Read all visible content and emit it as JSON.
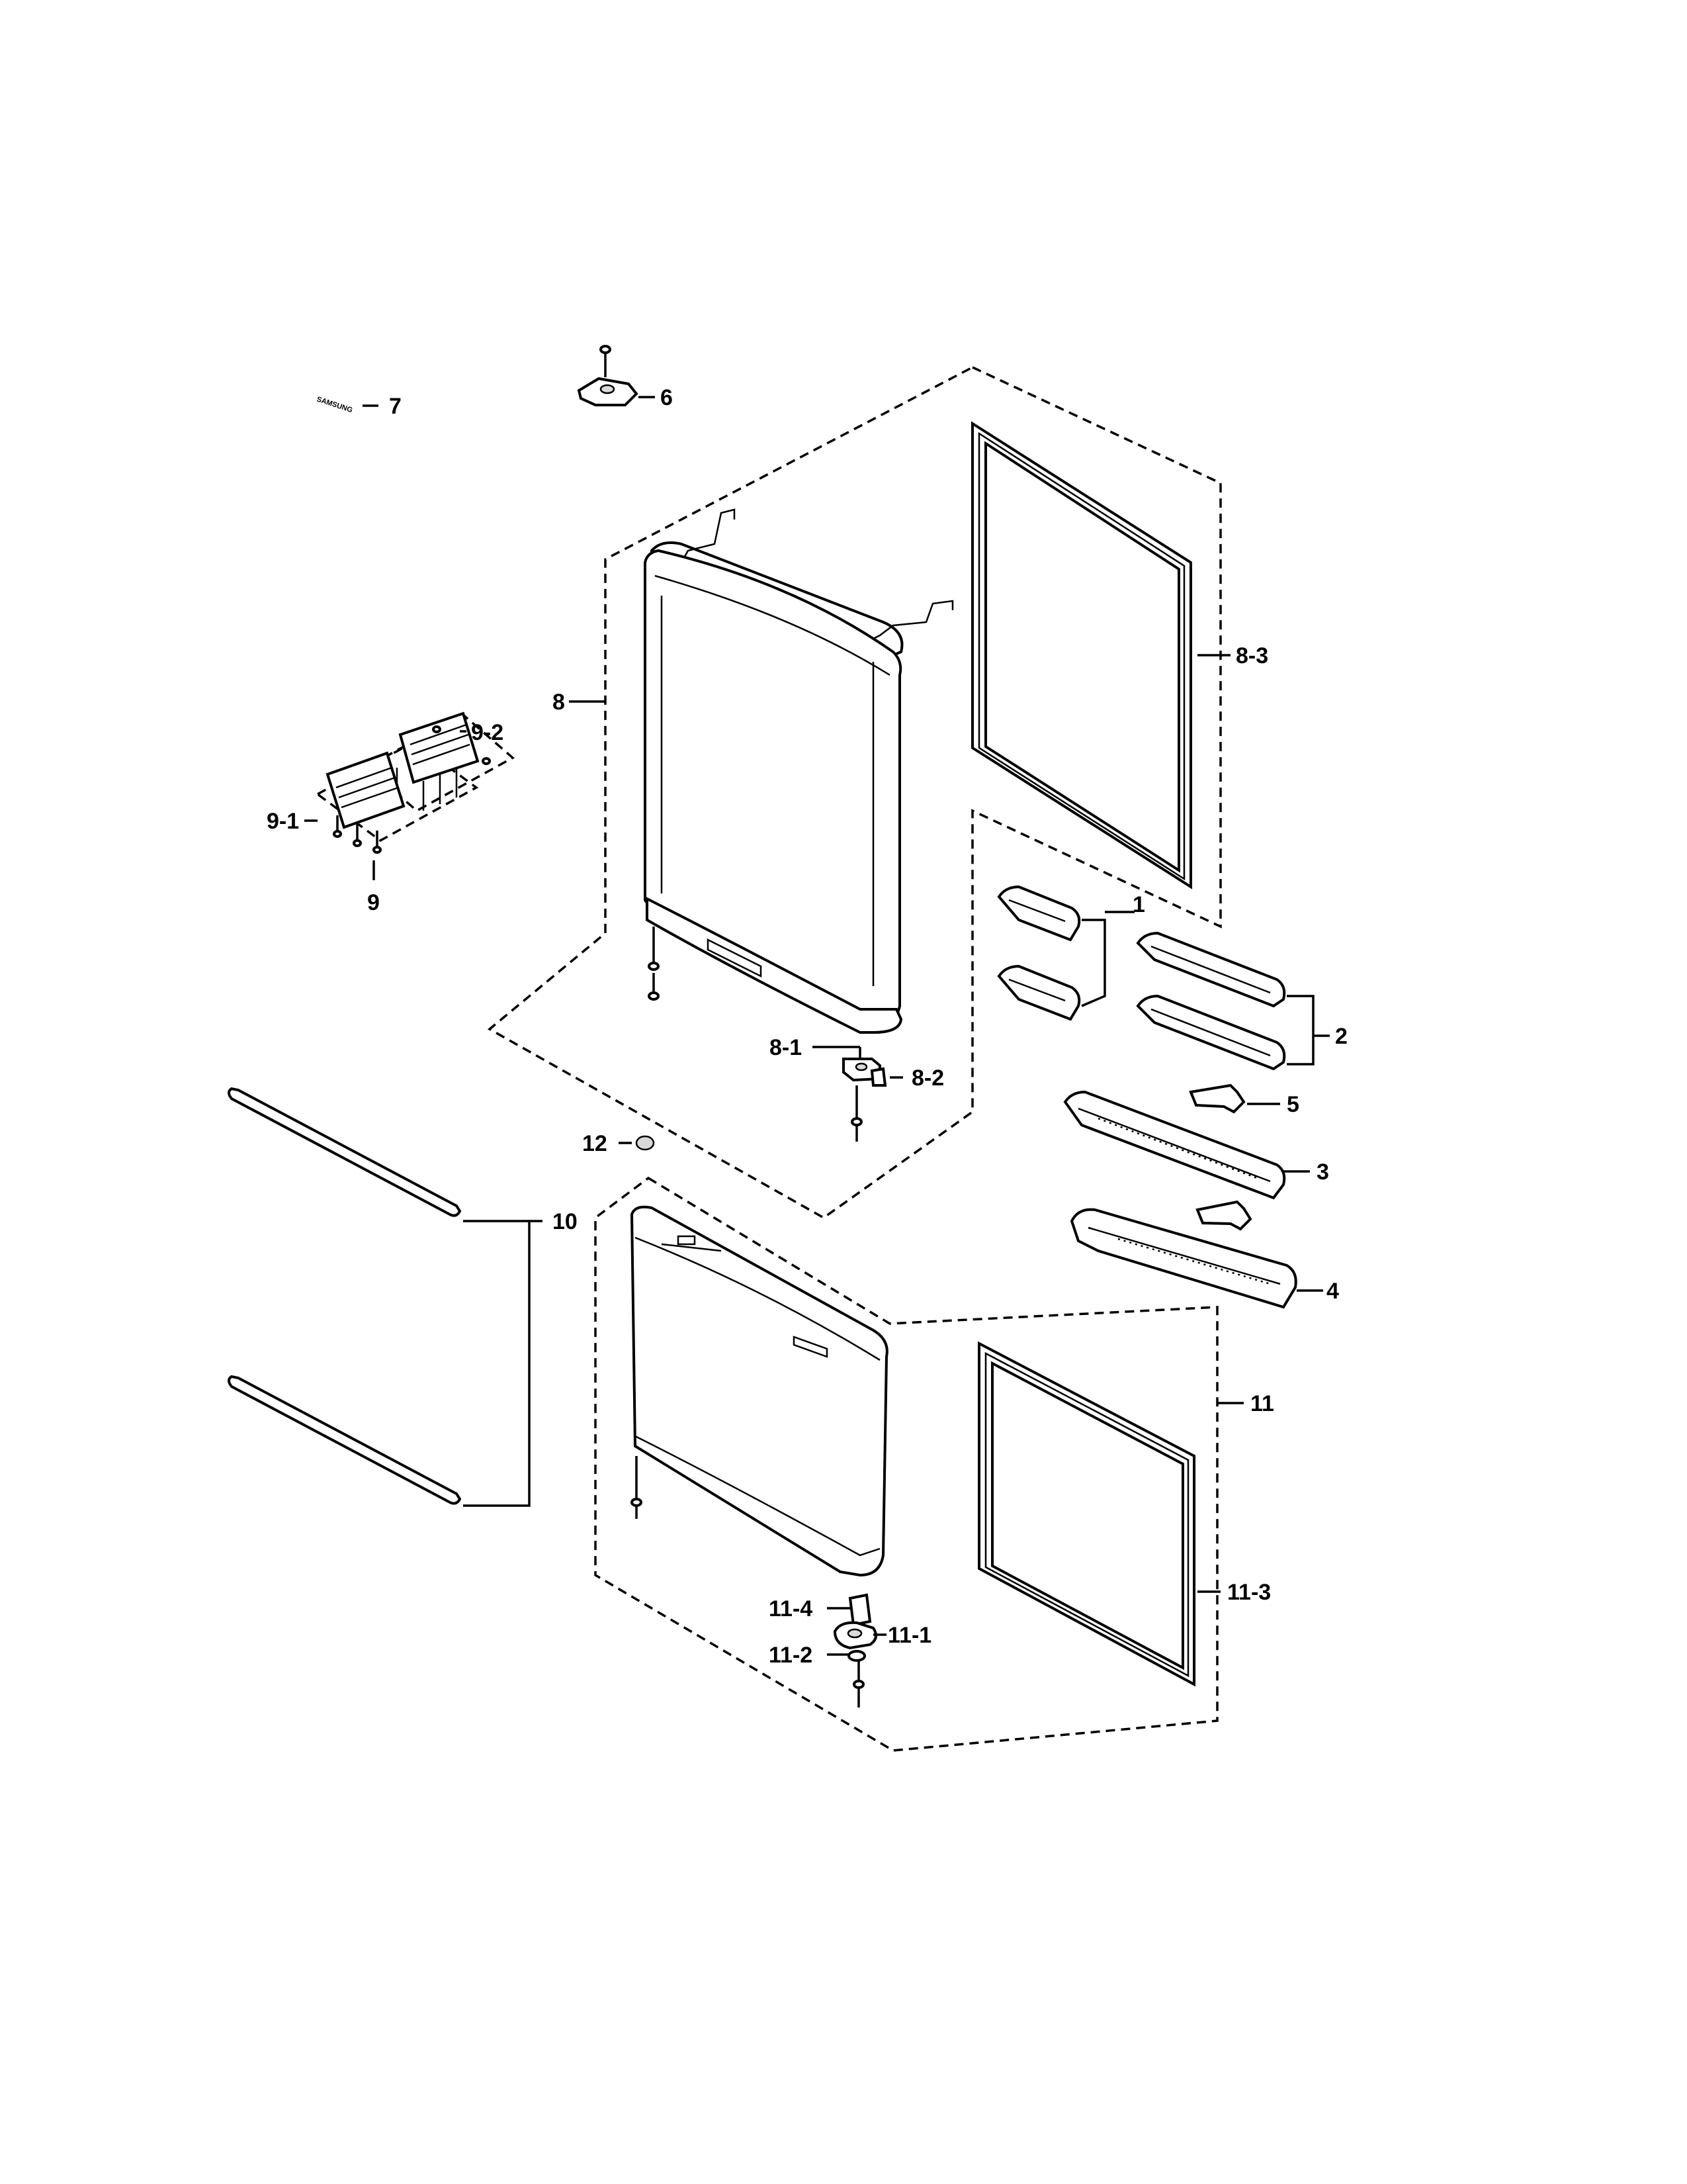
{
  "labels": {
    "p1": "1",
    "p2": "2",
    "p3": "3",
    "p4": "4",
    "p5": "5",
    "p6": "6",
    "p7": "7",
    "p8": "8",
    "p8_1": "8-1",
    "p8_2": "8-2",
    "p8_3": "8-3",
    "p9": "9",
    "p9_1": "9-1",
    "p9_2": "9-2",
    "p10": "10",
    "p11": "11",
    "p11_1": "11-1",
    "p11_2": "11-2",
    "p11_3": "11-3",
    "p11_4": "11-4",
    "p12": "12"
  },
  "logo": {
    "text": "SAMSUNG"
  }
}
